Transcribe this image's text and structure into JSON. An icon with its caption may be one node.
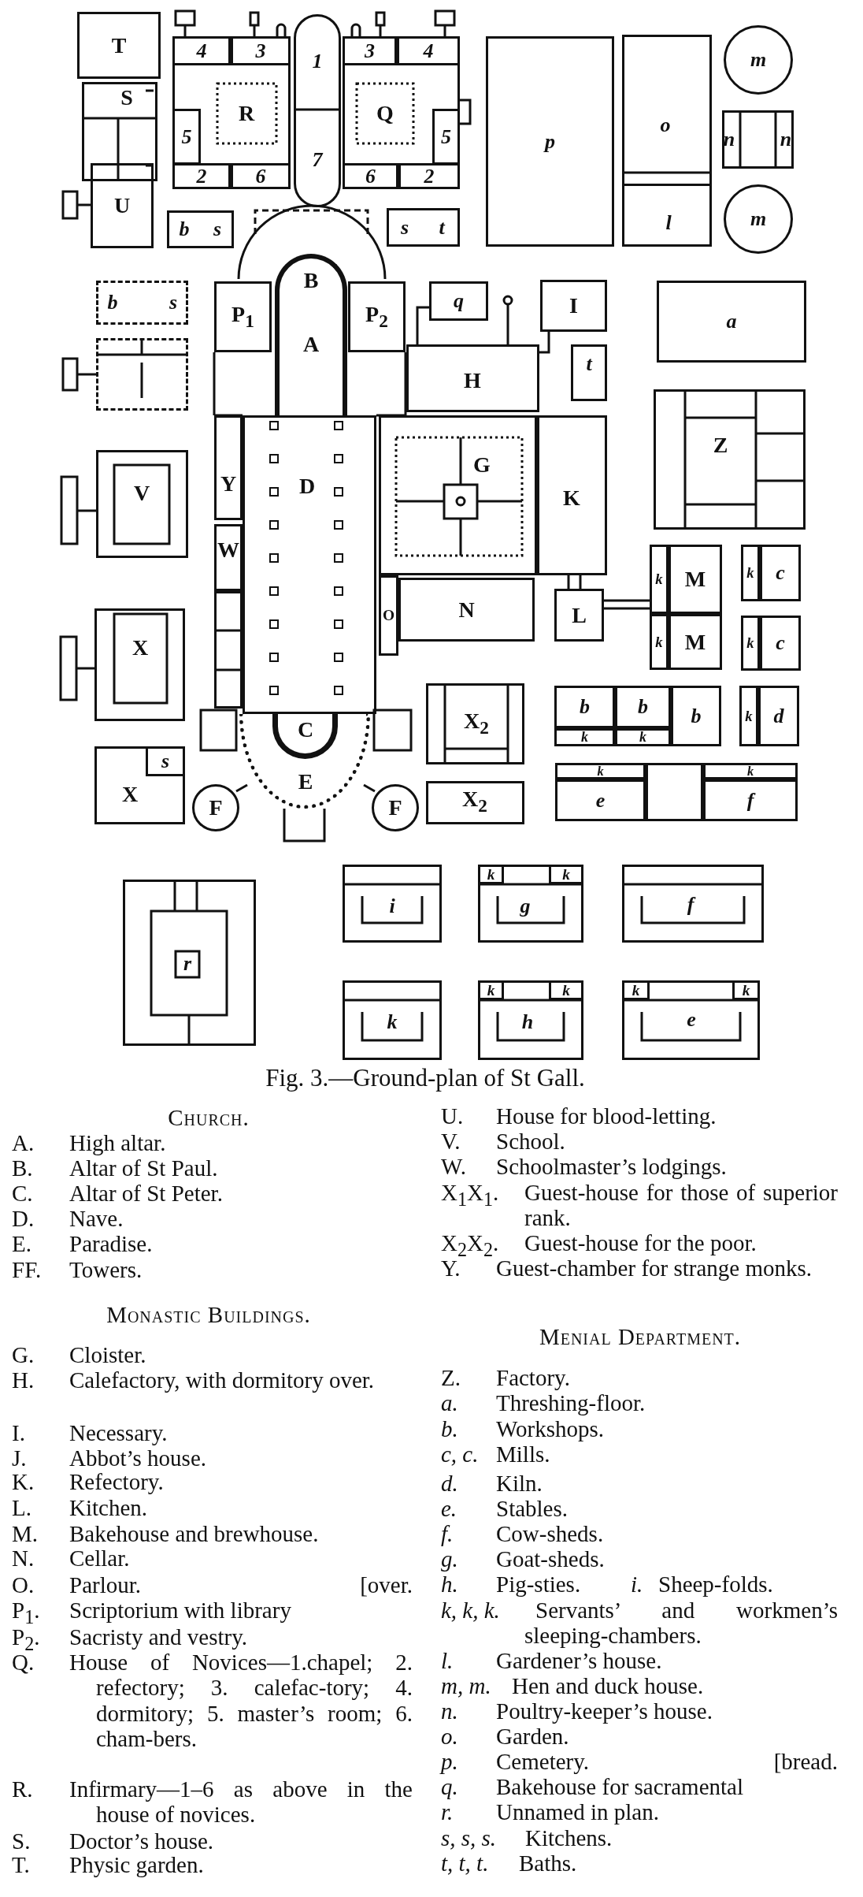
{
  "diagram": {
    "caption": "Fig. 3.—Ground-plan of St Gall.",
    "nodes": [
      {
        "text": [
          "T"
        ]
      },
      {
        "text": [
          "S"
        ]
      },
      {
        "text": [
          "U"
        ]
      },
      {
        "text": [
          "R"
        ]
      },
      {
        "text": [
          "4"
        ],
        "in": 3
      },
      {
        "text": [
          "3"
        ],
        "in": 3
      },
      {
        "text": [
          "5"
        ],
        "in": 3
      },
      {
        "text": [
          "2"
        ],
        "in": 3
      },
      {
        "text": [
          "6"
        ],
        "in": 3
      },
      {
        "text": [
          "1",
          "7"
        ]
      },
      {
        "text": [
          "Q"
        ]
      },
      {
        "text": [
          "3"
        ],
        "in": 10
      },
      {
        "text": [
          "4"
        ],
        "in": 10
      },
      {
        "text": [
          "5"
        ],
        "in": 10
      },
      {
        "text": [
          "6"
        ],
        "in": 10
      },
      {
        "text": [
          "2"
        ],
        "in": 10
      },
      {
        "text": [
          "p"
        ]
      },
      {
        "text": [
          "o"
        ]
      },
      {
        "text": [
          "l"
        ],
        "in": 17
      },
      {
        "text": [
          "m"
        ]
      },
      {
        "text": [
          "n",
          "n"
        ]
      },
      {
        "text": [
          "m"
        ]
      },
      {
        "text": [
          "b",
          "s"
        ]
      },
      {
        "text": [
          "s",
          "t"
        ]
      },
      {
        "text": [
          "b",
          "s"
        ]
      },
      {
        "text": [],
        "shape": "box"
      },
      {
        "text": [
          "V"
        ]
      },
      {
        "text": [
          "P$_{1}$"
        ]
      },
      {
        "text": [
          "B"
        ]
      },
      {
        "text": [
          "A"
        ]
      },
      {
        "text": [
          "P$_{2}$"
        ]
      },
      {
        "text": [
          "q"
        ]
      },
      {
        "text": [
          "I"
        ]
      },
      {
        "text": [
          "a"
        ]
      },
      {
        "text": [
          "t"
        ]
      },
      {
        "text": [
          "H"
        ]
      },
      {
        "text": [
          "Y"
        ]
      },
      {
        "text": [
          "D"
        ]
      },
      {
        "text": [
          "G"
        ]
      },
      {
        "text": [
          "K"
        ]
      },
      {
        "text": [
          "Z"
        ]
      },
      {
        "text": [
          "W"
        ]
      },
      {
        "text": [
          "O"
        ]
      },
      {
        "text": [
          "N"
        ]
      },
      {
        "text": [
          "L"
        ]
      },
      {
        "text": [
          "k"
        ]
      },
      {
        "text": [
          "M"
        ]
      },
      {
        "text": [
          "k"
        ]
      },
      {
        "text": [
          "M"
        ]
      },
      {
        "text": [
          "k"
        ]
      },
      {
        "text": [
          "c"
        ]
      },
      {
        "text": [
          "k"
        ]
      },
      {
        "text": [
          "c"
        ]
      },
      {
        "text": [
          "X"
        ]
      },
      {
        "text": [
          "b"
        ]
      },
      {
        "text": [
          "b"
        ]
      },
      {
        "text": [
          "b"
        ]
      },
      {
        "text": [
          "k"
        ]
      },
      {
        "text": [
          "k"
        ]
      },
      {
        "text": [
          "k"
        ]
      },
      {
        "text": [
          "d"
        ]
      },
      {
        "text": [
          "X$_{2}$"
        ]
      },
      {
        "text": [
          "E"
        ]
      },
      {
        "text": [
          "C"
        ],
        "in": 62
      },
      {
        "text": [
          "k"
        ]
      },
      {
        "text": [
          "k"
        ]
      },
      {
        "text": [
          "e"
        ]
      },
      {
        "text": [
          "f"
        ]
      },
      {
        "text": [
          "X"
        ]
      },
      {
        "text": [
          "s"
        ],
        "in": 68
      },
      {
        "text": [
          "X$_{2}$"
        ]
      },
      {
        "text": [
          "F"
        ]
      },
      {
        "text": [
          "F"
        ]
      },
      {
        "text": [
          "i"
        ]
      },
      {
        "text": [
          "g"
        ]
      },
      {
        "text": [
          "k"
        ],
        "in": 74
      },
      {
        "text": [
          "k"
        ],
        "in": 74
      },
      {
        "text": [
          "f"
        ]
      },
      {
        "text": [
          "r"
        ]
      },
      {
        "text": [
          "k"
        ]
      },
      {
        "text": [
          "h"
        ]
      },
      {
        "text": [
          "k"
        ],
        "in": 80
      },
      {
        "text": [
          "k"
        ],
        "in": 80
      },
      {
        "text": [
          "e"
        ]
      },
      {
        "text": [
          "k"
        ],
        "in": 83
      },
      {
        "text": [
          "k"
        ],
        "in": 83
      },
      {
        "text": [],
        "shape": "box"
      },
      {
        "text": [],
        "shape": "box"
      }
    ],
    "labels": [
      "Church.",
      "A.",
      "High altar.",
      "B.",
      "Altar of St Paul.",
      "C.",
      "Altar of St Peter.",
      "D.",
      "Nave.",
      "E.",
      "Paradise.",
      "FF.",
      "Towers.",
      "Monastic Buildings.",
      "G.",
      "Cloister.",
      "H.",
      "Calefactory, with dormitory over.",
      "I.",
      "Necessary.",
      "J.",
      "Abbot’s house.",
      "K.",
      "Refectory.",
      "L.",
      "Kitchen.",
      "M.",
      "Bakehouse and brewhouse.",
      "N.",
      "Cellar.",
      "O.",
      "Parlour.",
      "[over.",
      "P$_{1}$.",
      "Scriptorium with library",
      "P$_{2}$.",
      "Sacristy and vestry.",
      "Q.",
      "House of Novices—1.chapel; 2. refectory; 3. calefac-tory; 4. dormitory; 5. master’s room; 6. cham-bers.",
      "R.",
      "Infirmary—1–6 as above in the house of novices.",
      "S.",
      "Doctor’s house.",
      "T.",
      "Physic garden.",
      "U.",
      "House for blood-letting.",
      "V.",
      "School.",
      "W.",
      "Schoolmaster’s lodgings.",
      "X$_{1}$X$_{1}$.",
      "Guest-house for those of superior rank.",
      "X$_{2}$X$_{2}$.",
      "Guest-house for the poor.",
      "Y.",
      "Guest-chamber for strange monks.",
      "Menial Department.",
      "Z.",
      "Factory.",
      "a.",
      "Threshing-floor.",
      "b.",
      "Workshops.",
      "c, c.",
      "Mills.",
      "d.",
      "Kiln.",
      "e.",
      "Stables.",
      "f.",
      "Cow-sheds.",
      "g.",
      "Goat-sheds.",
      "h.",
      "Pig-sties.",
      "i.",
      "Sheep-folds.",
      "k, k, k.",
      "Servants’ and workmen’s sleeping-chambers.",
      "l.",
      "Gardener’s house.",
      "m, m.",
      "Hen and duck house.",
      "n.",
      "Poultry-keeper’s house.",
      "o.",
      "Garden.",
      "p.",
      "Cemetery.",
      "[bread.",
      "q.",
      "Bakehouse for sacramental",
      "r.",
      "Unnamed in plan.",
      "s, s, s.",
      "Kitchens.",
      "t, t, t.",
      "Baths."
    ]
  }
}
